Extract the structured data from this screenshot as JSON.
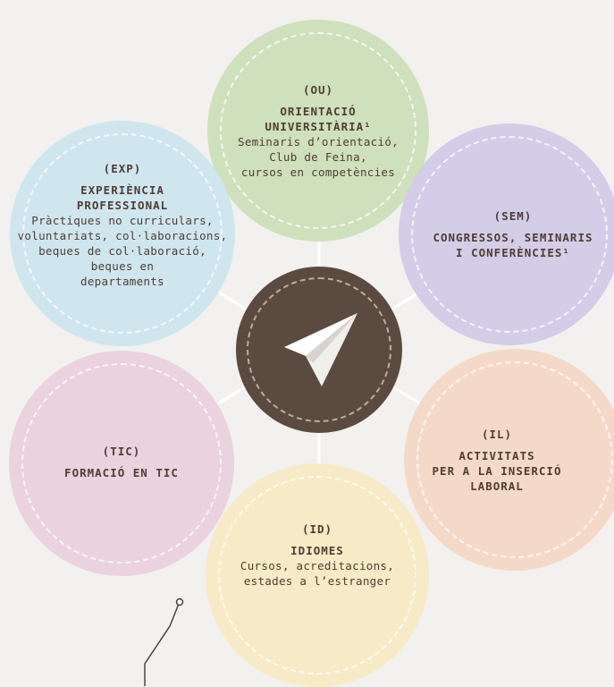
{
  "colors": {
    "background": "#f2f1ef",
    "hub": "#5b4a3f",
    "text": "#4e3d33",
    "ou": "#cfe0bd",
    "sem": "#d4cde8",
    "il": "#f5d9c8",
    "id": "#f6ebc6",
    "tic": "#ead3de",
    "exp": "#cfe6ef"
  },
  "hub": {
    "icon": "paper-plane-icon"
  },
  "petals": {
    "ou": {
      "code": "(OU)",
      "title": "ORIENTACIÓ\nUNIVERSITÀRIA¹",
      "desc": "Seminaris d’orientació,\nClub de Feina,\ncursos en competències"
    },
    "sem": {
      "code": "(SEM)",
      "title": "CONGRESSOS, SEMINARIS\nI CONFERÈNCIES¹",
      "desc": ""
    },
    "il": {
      "code": "(IL)",
      "title": "ACTIVITATS\nPER A LA INSERCIÓ\nLABORAL",
      "desc": ""
    },
    "id": {
      "code": "(ID)",
      "title": "IDIOMES",
      "desc": "Cursos, acreditacions,\nestades a l’estranger"
    },
    "tic": {
      "code": "(TIC)",
      "title": "FORMACIÓ EN TIC",
      "desc": ""
    },
    "exp": {
      "code": "(EXP)",
      "title": "EXPERIÈNCIA\nPROFESSIONAL",
      "desc": "Pràctiques no curriculars,\nvoluntariats, col·laboracions,\nbeques de col·laboració,\nbeques en\ndepartaments"
    }
  }
}
